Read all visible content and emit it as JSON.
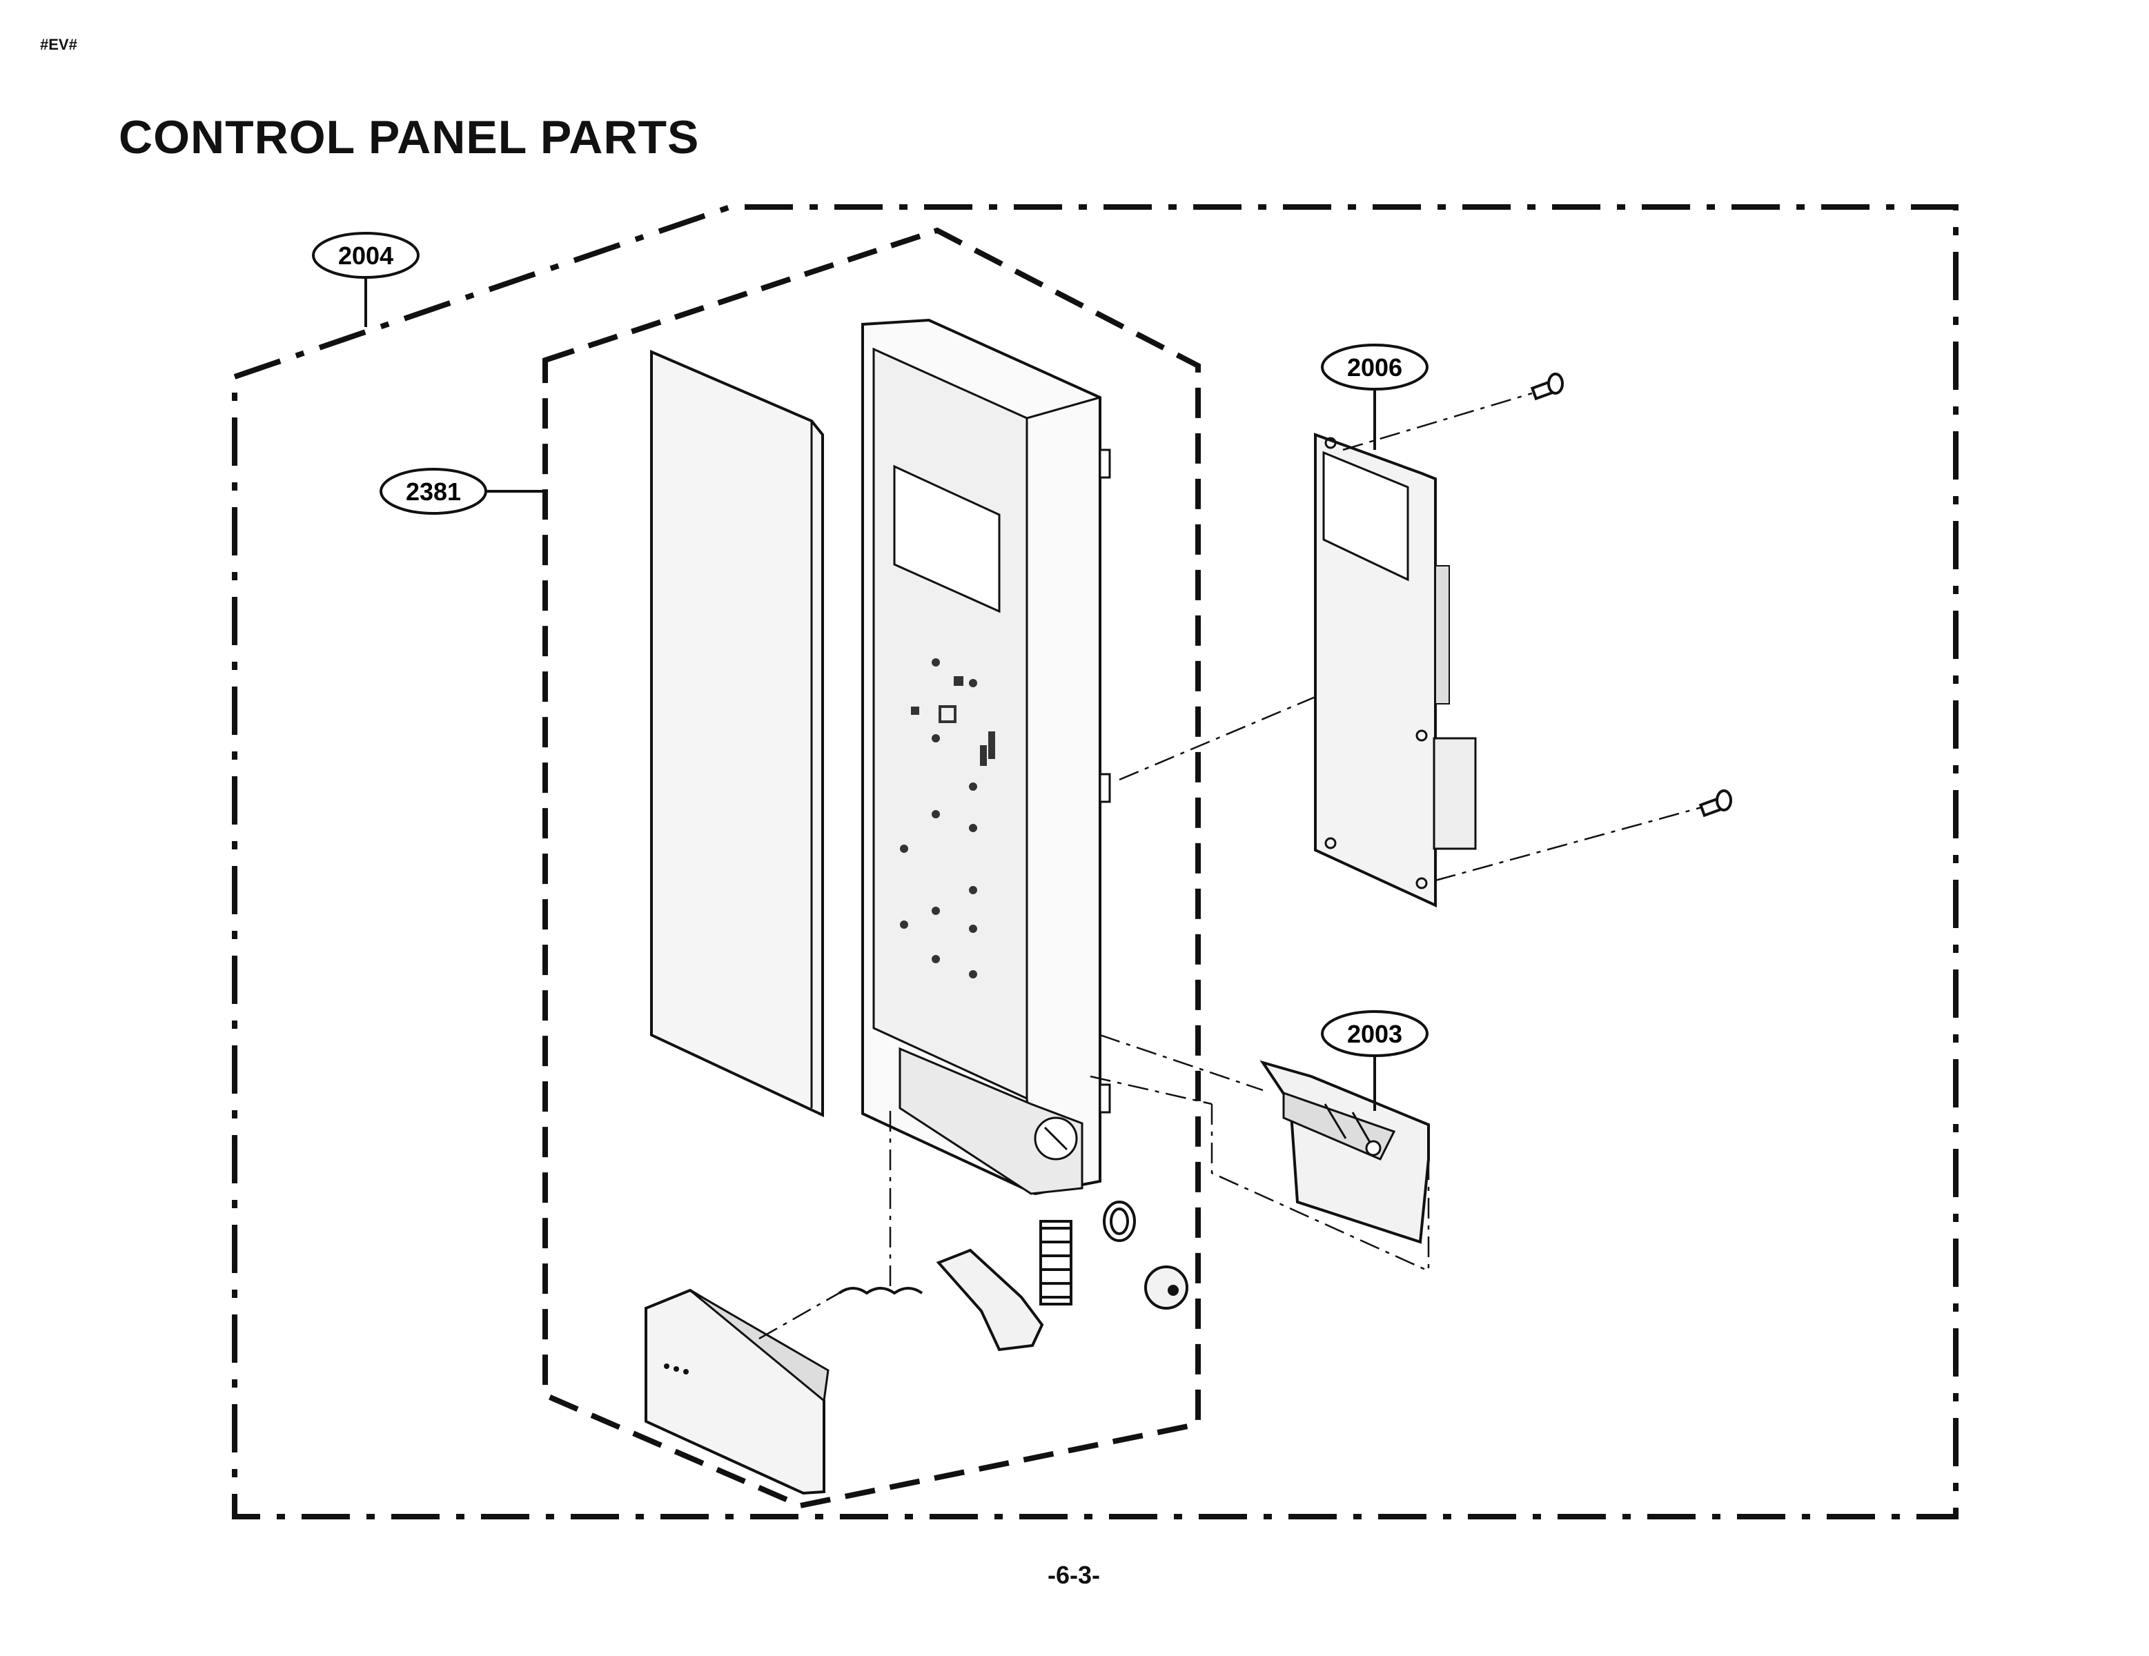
{
  "header": {
    "tag": "#EV#",
    "title": "CONTROL PANEL PARTS"
  },
  "footer": {
    "page": "-6-3-"
  },
  "callouts": [
    {
      "id": "2004",
      "label": "2004"
    },
    {
      "id": "2381",
      "label": "2381"
    },
    {
      "id": "2006",
      "label": "2006"
    },
    {
      "id": "2003",
      "label": "2003"
    }
  ],
  "colors": {
    "ink": "#111111",
    "panel": "#f1f1f1",
    "shade": "#d6d6d6"
  }
}
